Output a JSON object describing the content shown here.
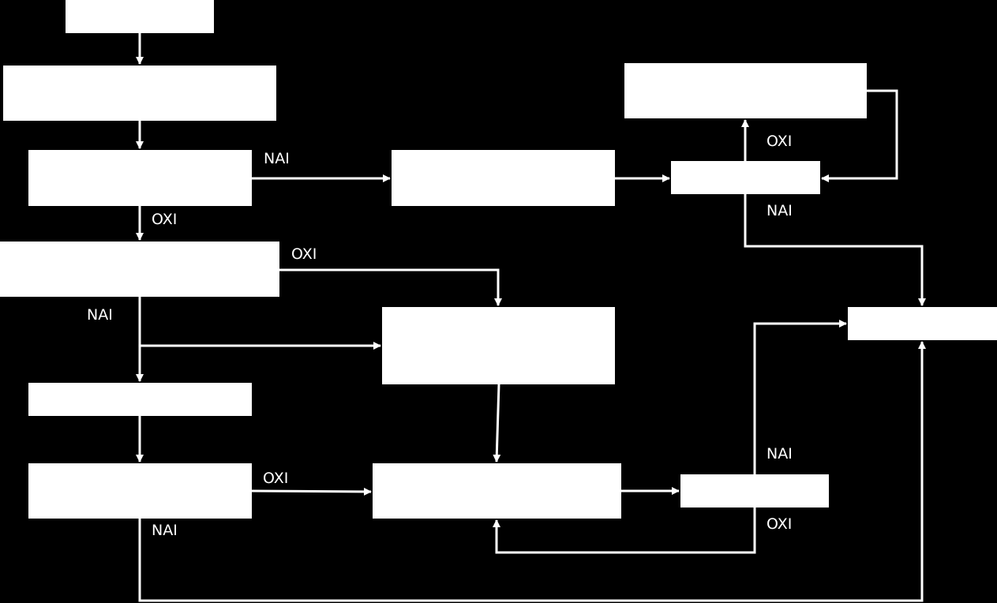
{
  "diagram": {
    "colors": {
      "background": "#000000",
      "box": "#ffffff",
      "line": "#ffffff",
      "text": "#ffffff"
    },
    "labels": {
      "d1_yes": "OXI",
      "d1_no": "NAI",
      "d2_yes": "OXI",
      "d2_no": "NAI",
      "d3_yes": "OXI",
      "d3_no": "NAI",
      "d4_yes": "OXI",
      "d4_no": "NAI",
      "d5_yes": "OXI",
      "d5_no": "NAI"
    }
  }
}
